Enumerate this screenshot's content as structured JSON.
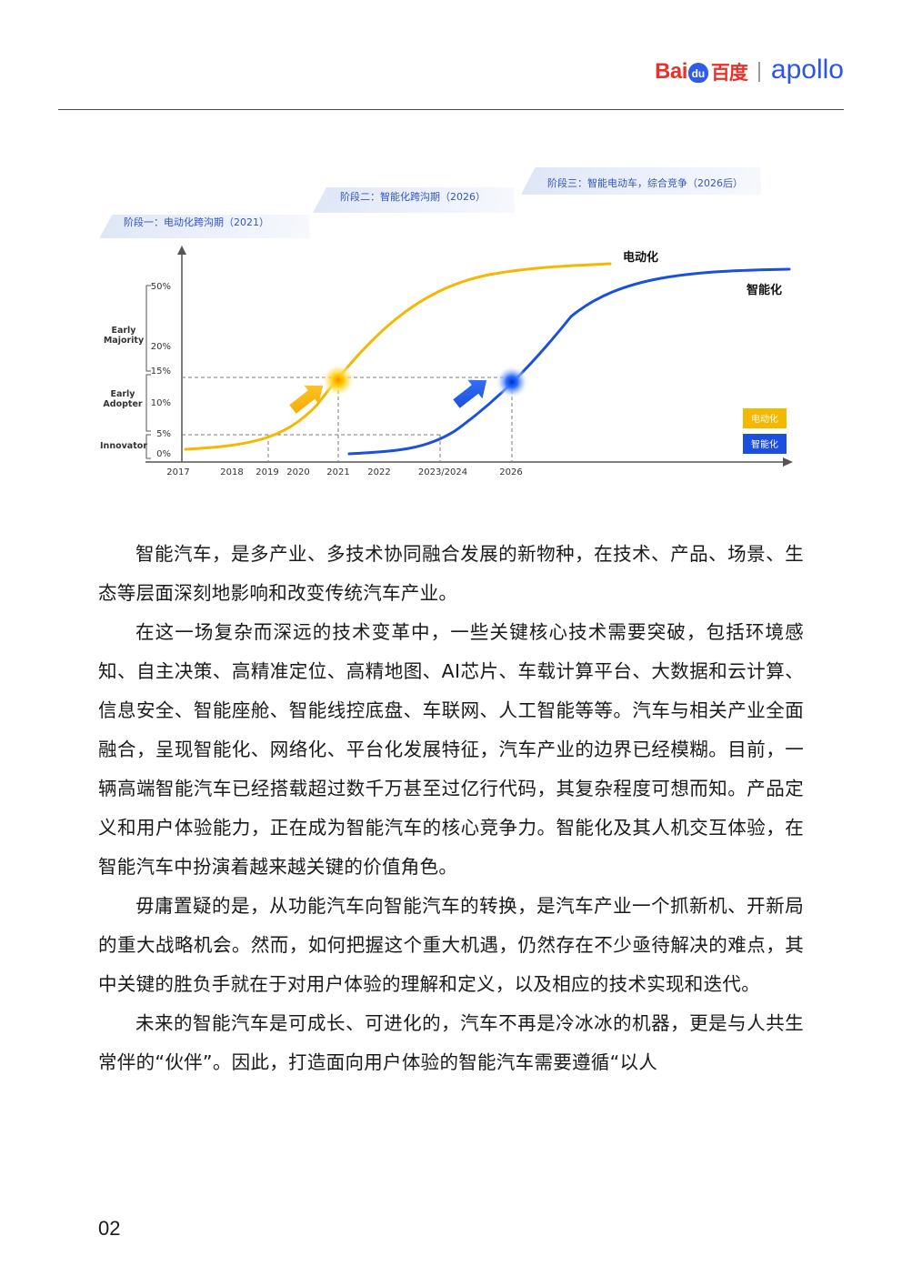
{
  "header": {
    "logo_bai": "Bai",
    "logo_du": "du",
    "logo_cn": "百度",
    "logo_apollo": "apollo"
  },
  "chart_data": {
    "type": "line",
    "title": "",
    "stages": [
      "阶段一：电动化跨沟期（2021）",
      "阶段二：智能化跨沟期（2026）",
      "阶段三：智能电动车，综合竞争（2026后）"
    ],
    "x_ticks": [
      "2017",
      "2018",
      "2019",
      "2020",
      "2021",
      "2022",
      "2023/2024",
      "2026"
    ],
    "y_ticks": [
      "0%",
      "5%",
      "10%",
      "15%",
      "20%",
      "50%"
    ],
    "adopter_groups": [
      "Innovator",
      "Early Adopter",
      "Early Majority"
    ],
    "series": [
      {
        "name": "电动化",
        "color": "#f5b800"
      },
      {
        "name": "智能化",
        "color": "#1a4fe0"
      }
    ],
    "legend": [
      "电动化",
      "智能化"
    ],
    "crossings": [
      {
        "series": "电动化",
        "x": "2021",
        "y": "15%"
      },
      {
        "series": "智能化",
        "x": "2026",
        "y": "15%"
      }
    ]
  },
  "paragraphs": [
    "智能汽车，是多产业、多技术协同融合发展的新物种，在技术、产品、场景、生态等层面深刻地影响和改变传统汽车产业。",
    "在这一场复杂而深远的技术变革中，一些关键核心技术需要突破，包括环境感知、自主决策、高精准定位、高精地图、AI芯片、车载计算平台、大数据和云计算、信息安全、智能座舱、智能线控底盘、车联网、人工智能等等。汽车与相关产业全面融合，呈现智能化、网络化、平台化发展特征，汽车产业的边界已经模糊。目前，一辆高端智能汽车已经搭载超过数千万甚至过亿行代码，其复杂程度可想而知。产品定义和用户体验能力，正在成为智能汽车的核心竞争力。智能化及其人机交互体验，在智能汽车中扮演着越来越关键的价值角色。",
    "毋庸置疑的是，从功能汽车向智能汽车的转换，是汽车产业一个抓新机、开新局的重大战略机会。然而，如何把握这个重大机遇，仍然存在不少亟待解决的难点，其中关键的胜负手就在于对用户体验的理解和定义，以及相应的技术实现和迭代。",
    "未来的智能汽车是可成长、可进化的，汽车不再是冷冰冰的机器，更是与人共生常伴的“伙伴”。因此，打造面向用户体验的智能汽车需要遵循“以人"
  ],
  "page_number": "02"
}
